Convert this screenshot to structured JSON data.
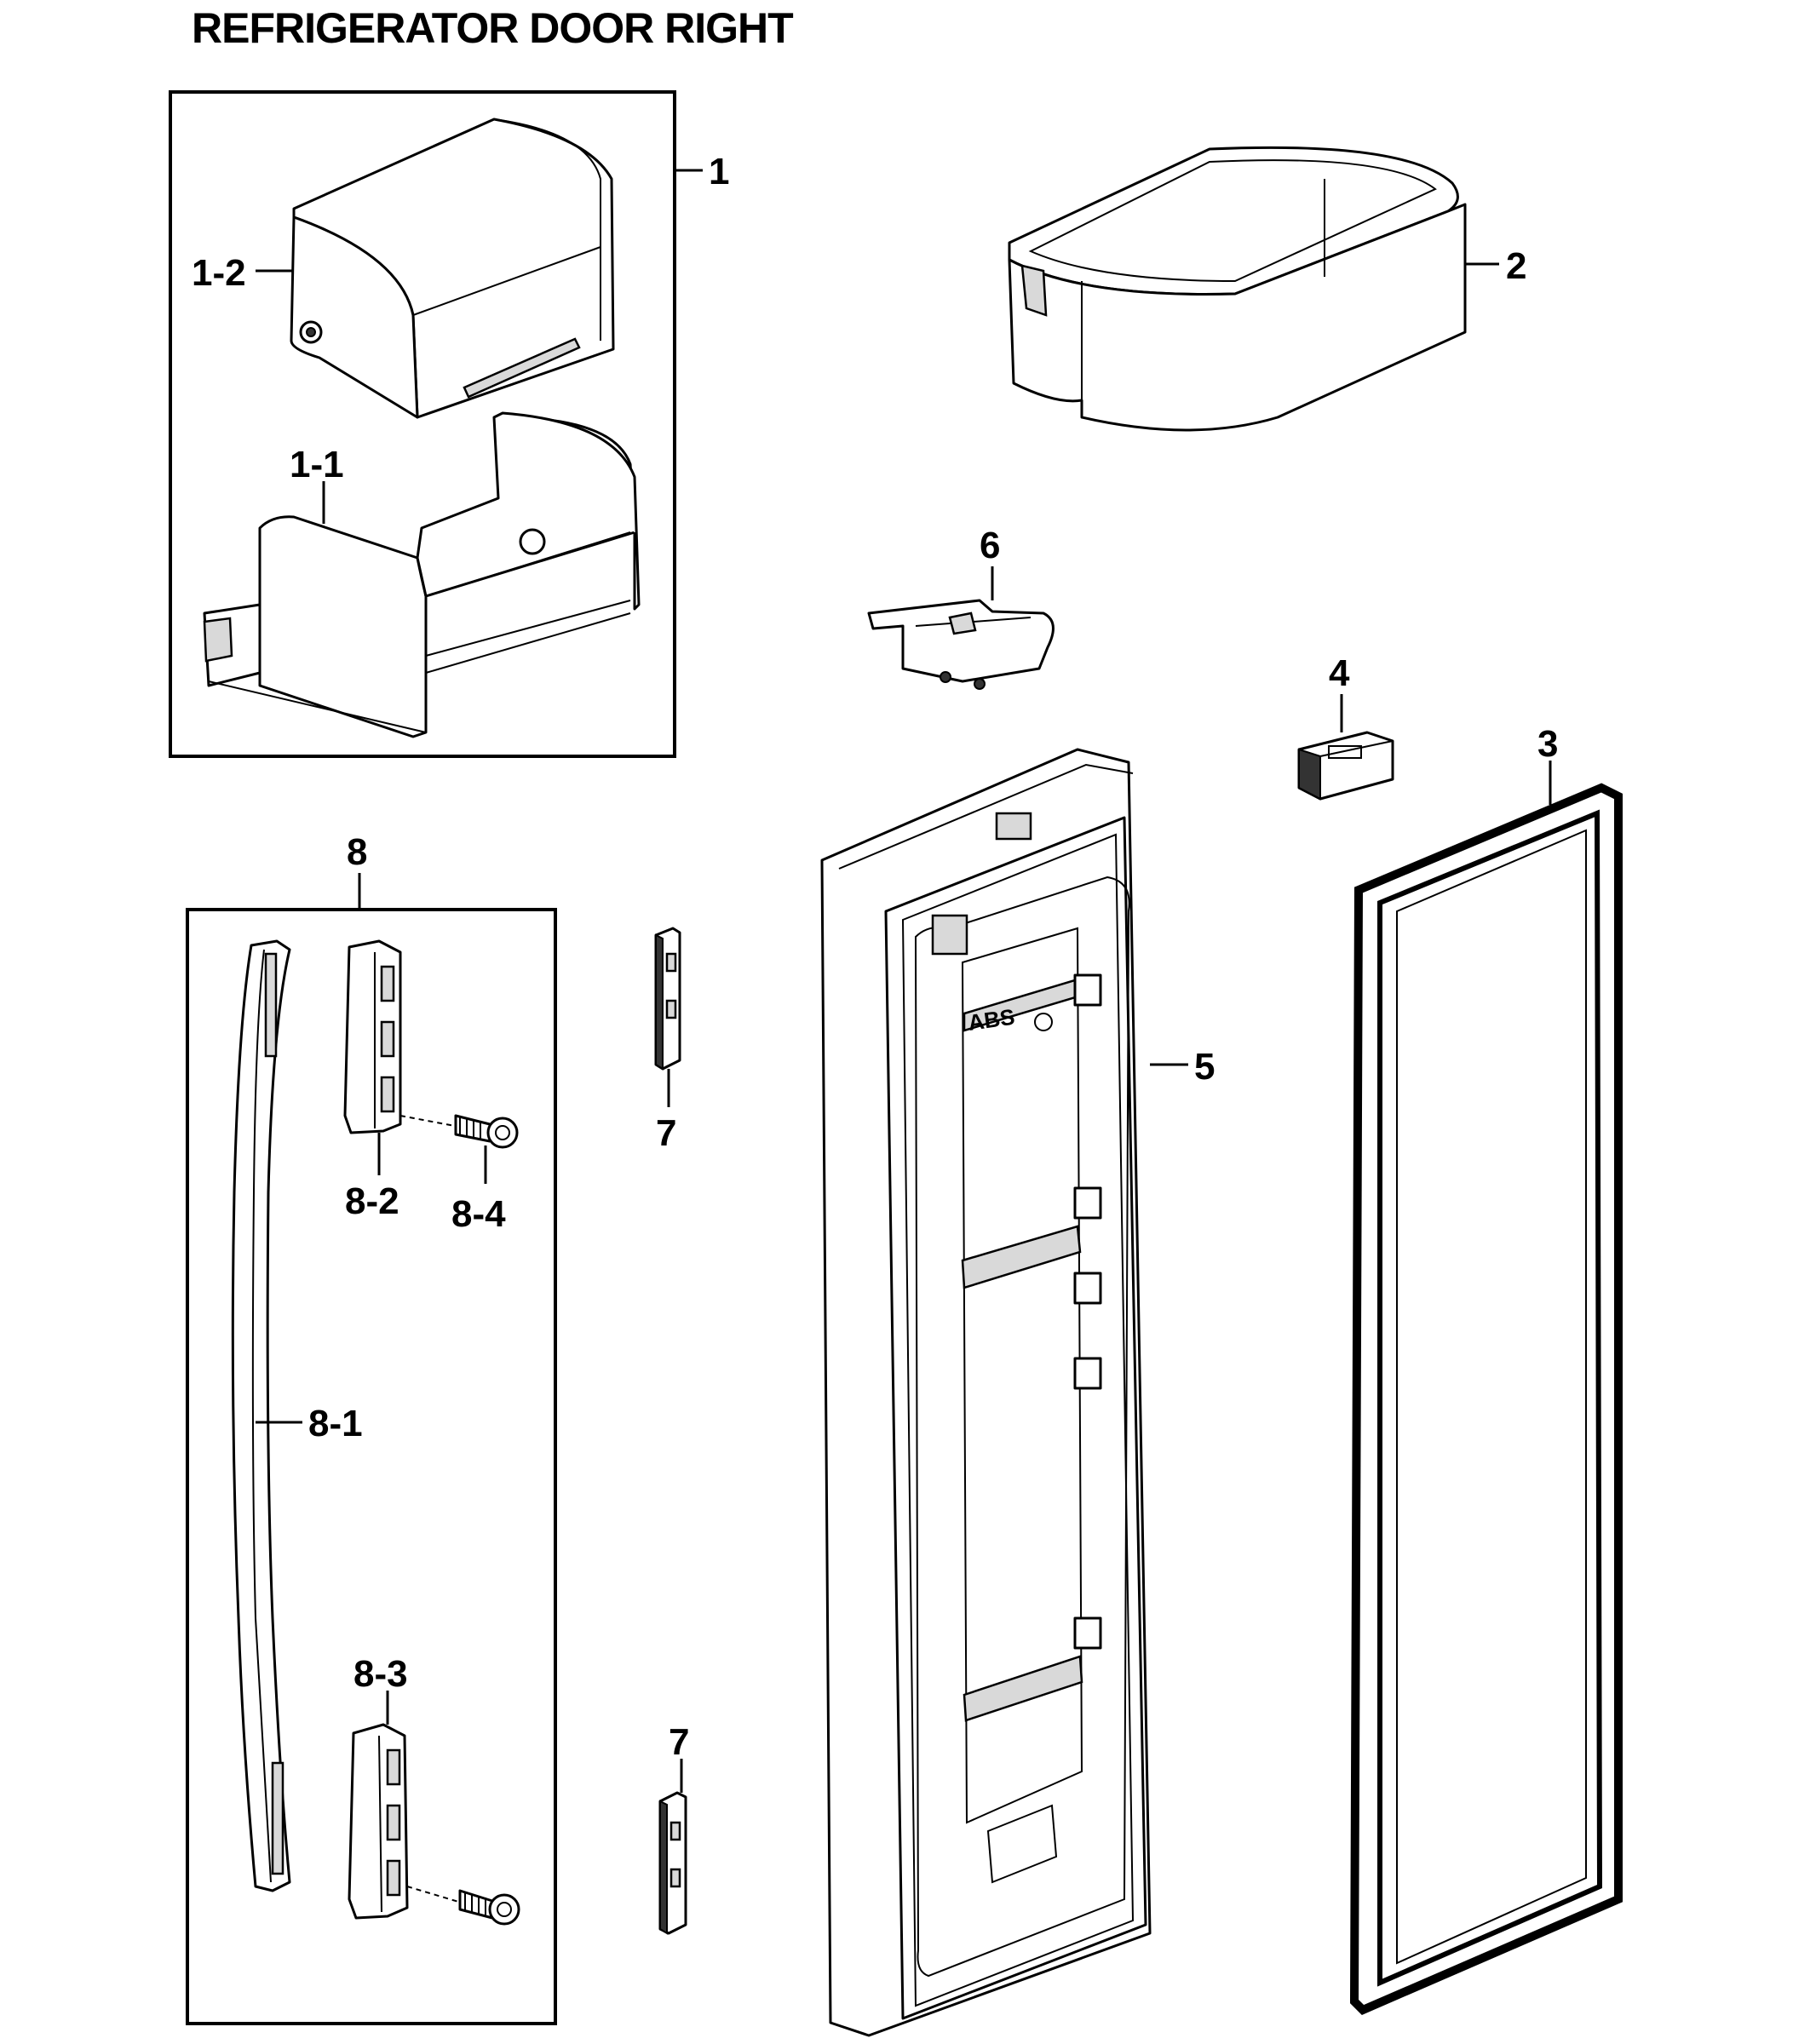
{
  "title": "REFRIGERATOR DOOR RIGHT",
  "callouts": {
    "part_1": "1",
    "part_1_1": "1-1",
    "part_1_2": "1-2",
    "part_2": "2",
    "part_3": "3",
    "part_4": "4",
    "part_5": "5",
    "part_6": "6",
    "part_7_upper": "7",
    "part_7_lower": "7",
    "part_8": "8",
    "part_8_1": "8-1",
    "part_8_2": "8-2",
    "part_8_3": "8-3",
    "part_8_4": "8-4"
  },
  "embossed_text": "ABS"
}
